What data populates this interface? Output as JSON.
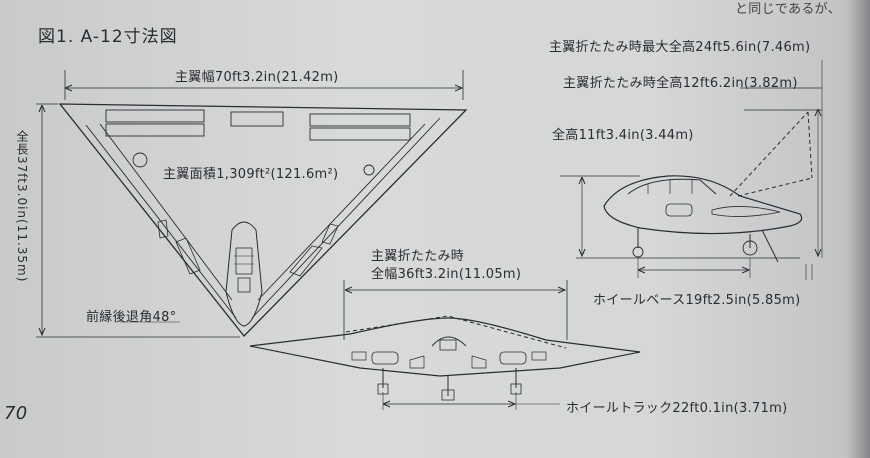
{
  "figure": {
    "title": "図1. A-12寸法図",
    "page_number": "70",
    "top_cut_text": "と同じであるが、"
  },
  "labels": {
    "span": "主翼幅70ft3.2in(21.42m)",
    "wing_area": "主翼面積1,309ft²(121.6m²)",
    "length": "全長37ft3.0in(11.35m)",
    "sweep": "前縁後退角48°",
    "folded_span_line1": "主翼折たたみ時",
    "folded_span_line2": "全幅36ft3.2in(11.05m)",
    "folded_max_height": "主翼折たたみ時最大全高24ft5.6in(7.46m)",
    "folded_height": "主翼折たたみ時全高12ft6.2in(3.82m)",
    "height": "全高11ft3.4in(3.44m)",
    "wheelbase": "ホイールベース19ft2.5in(5.85m)",
    "wheel_track": "ホイールトラック22ft0.1in(3.71m)"
  }
}
